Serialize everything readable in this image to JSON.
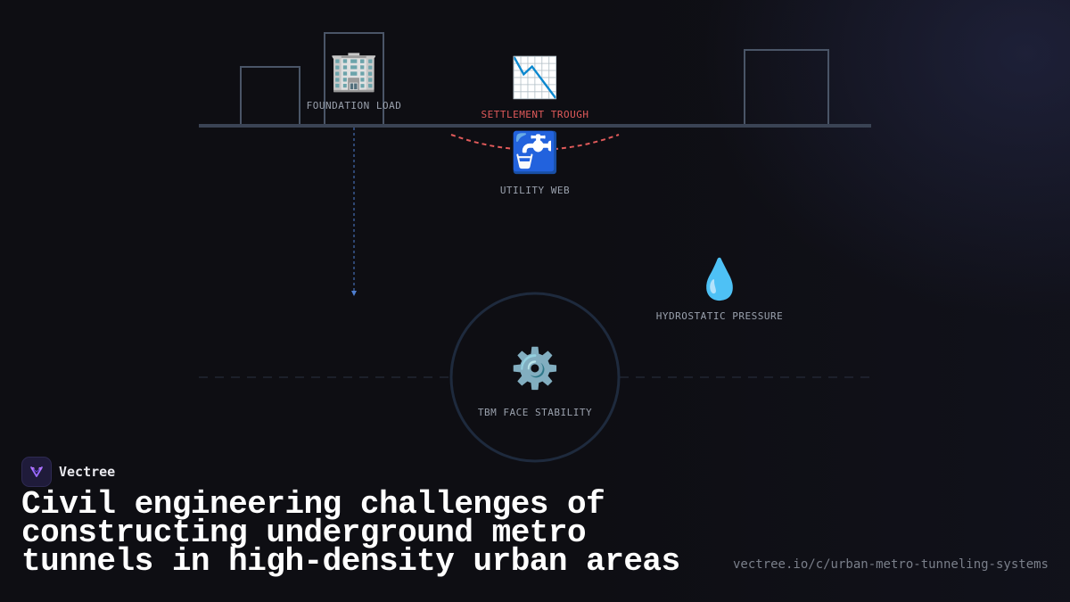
{
  "diagram": {
    "nodes": {
      "foundation": {
        "icon": "office-building-icon",
        "glyph": "🏢",
        "label": "FOUNDATION LOAD"
      },
      "settlement": {
        "icon": "chart-decreasing-icon",
        "glyph": "📉",
        "label": "SETTLEMENT TROUGH"
      },
      "utility": {
        "icon": "water-faucet-icon",
        "glyph": "🚰",
        "label": "UTILITY WEB"
      },
      "hydrostatic": {
        "icon": "water-droplet-icon",
        "glyph": "💧",
        "label": "HYDROSTATIC PRESSURE"
      },
      "tbm": {
        "icon": "gear-icon",
        "glyph": "⚙️",
        "label": "TBM FACE STABILITY"
      }
    },
    "colors": {
      "ground": "#3a4354",
      "building": "#4a5567",
      "settlement_curve": "#e05a5a",
      "load_arrow": "#4f7fd1",
      "tunnel_ring": "#1e2a3d",
      "tunnel_axis": "#2a3140"
    }
  },
  "brand": {
    "name": "Vectree",
    "logo_icon": "vectree-logo-icon"
  },
  "headline": "Civil engineering challenges of constructing underground metro tunnels in high-density urban areas",
  "url": "vectree.io/c/urban-metro-tunneling-systems"
}
